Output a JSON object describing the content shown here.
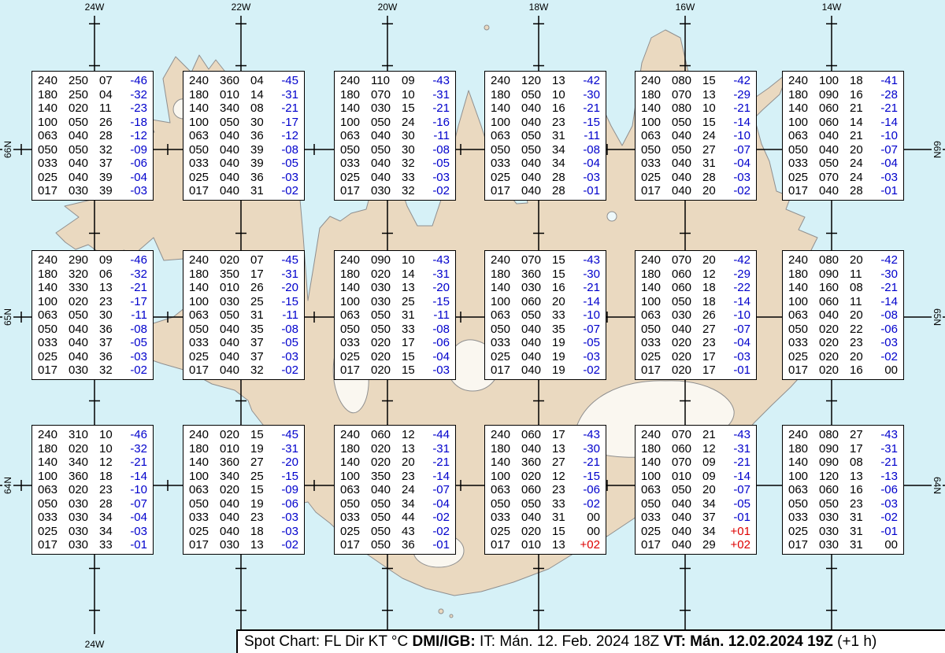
{
  "colors": {
    "ocean": "#d6f1f7",
    "land": "#ead9c0",
    "glacier": "#faf7f0",
    "lake": "#eef9fb",
    "coast": "#8f8f8f",
    "grid": "#000000",
    "temp_negative": "#0000cc",
    "temp_positive": "#dd0000",
    "temp_zero": "#000000",
    "box_background": "#ffffff"
  },
  "chart_data": {
    "type": "table",
    "title": "Spot Chart: FL Dir KT °C",
    "columns": [
      "FL",
      "Dir",
      "KT",
      "Temp °C"
    ],
    "grid": {
      "lon_labels_top": [
        "24W",
        "22W",
        "20W",
        "18W",
        "16W",
        "14W"
      ],
      "lon_labels_bottom": [
        "24W"
      ],
      "lat_labels": [
        "66N",
        "65N",
        "64N"
      ]
    },
    "stations": [
      {
        "lat": "66N",
        "lon": "24W",
        "values": [
          [
            "240",
            "250",
            "07",
            "-46"
          ],
          [
            "180",
            "250",
            "04",
            "-32"
          ],
          [
            "140",
            "020",
            "11",
            "-23"
          ],
          [
            "100",
            "050",
            "26",
            "-18"
          ],
          [
            "063",
            "040",
            "28",
            "-12"
          ],
          [
            "050",
            "050",
            "32",
            "-09"
          ],
          [
            "033",
            "040",
            "37",
            "-06"
          ],
          [
            "025",
            "040",
            "39",
            "-04"
          ],
          [
            "017",
            "030",
            "39",
            "-03"
          ]
        ]
      },
      {
        "lat": "66N",
        "lon": "22W",
        "values": [
          [
            "240",
            "360",
            "04",
            "-45"
          ],
          [
            "180",
            "010",
            "14",
            "-31"
          ],
          [
            "140",
            "340",
            "08",
            "-21"
          ],
          [
            "100",
            "050",
            "30",
            "-17"
          ],
          [
            "063",
            "040",
            "36",
            "-12"
          ],
          [
            "050",
            "040",
            "39",
            "-08"
          ],
          [
            "033",
            "040",
            "39",
            "-05"
          ],
          [
            "025",
            "040",
            "36",
            "-03"
          ],
          [
            "017",
            "040",
            "31",
            "-02"
          ]
        ]
      },
      {
        "lat": "66N",
        "lon": "20W",
        "values": [
          [
            "240",
            "110",
            "09",
            "-43"
          ],
          [
            "180",
            "070",
            "10",
            "-31"
          ],
          [
            "140",
            "030",
            "15",
            "-21"
          ],
          [
            "100",
            "050",
            "24",
            "-16"
          ],
          [
            "063",
            "040",
            "30",
            "-11"
          ],
          [
            "050",
            "050",
            "30",
            "-08"
          ],
          [
            "033",
            "040",
            "32",
            "-05"
          ],
          [
            "025",
            "040",
            "33",
            "-03"
          ],
          [
            "017",
            "030",
            "32",
            "-02"
          ]
        ]
      },
      {
        "lat": "66N",
        "lon": "18W",
        "values": [
          [
            "240",
            "120",
            "13",
            "-42"
          ],
          [
            "180",
            "050",
            "10",
            "-30"
          ],
          [
            "140",
            "040",
            "16",
            "-21"
          ],
          [
            "100",
            "040",
            "23",
            "-15"
          ],
          [
            "063",
            "050",
            "31",
            "-11"
          ],
          [
            "050",
            "050",
            "34",
            "-08"
          ],
          [
            "033",
            "040",
            "34",
            "-04"
          ],
          [
            "025",
            "040",
            "28",
            "-03"
          ],
          [
            "017",
            "040",
            "28",
            "-01"
          ]
        ]
      },
      {
        "lat": "66N",
        "lon": "16W",
        "values": [
          [
            "240",
            "080",
            "15",
            "-42"
          ],
          [
            "180",
            "070",
            "13",
            "-29"
          ],
          [
            "140",
            "080",
            "10",
            "-21"
          ],
          [
            "100",
            "050",
            "15",
            "-14"
          ],
          [
            "063",
            "040",
            "24",
            "-10"
          ],
          [
            "050",
            "050",
            "27",
            "-07"
          ],
          [
            "033",
            "040",
            "31",
            "-04"
          ],
          [
            "025",
            "040",
            "28",
            "-03"
          ],
          [
            "017",
            "040",
            "20",
            "-02"
          ]
        ]
      },
      {
        "lat": "66N",
        "lon": "14W",
        "values": [
          [
            "240",
            "100",
            "18",
            "-41"
          ],
          [
            "180",
            "090",
            "16",
            "-28"
          ],
          [
            "140",
            "060",
            "21",
            "-21"
          ],
          [
            "100",
            "060",
            "14",
            "-14"
          ],
          [
            "063",
            "040",
            "21",
            "-10"
          ],
          [
            "050",
            "040",
            "20",
            "-07"
          ],
          [
            "033",
            "050",
            "24",
            "-04"
          ],
          [
            "025",
            "070",
            "24",
            "-03"
          ],
          [
            "017",
            "040",
            "28",
            "-01"
          ]
        ]
      },
      {
        "lat": "65N",
        "lon": "24W",
        "values": [
          [
            "240",
            "290",
            "09",
            "-46"
          ],
          [
            "180",
            "320",
            "06",
            "-32"
          ],
          [
            "140",
            "330",
            "13",
            "-21"
          ],
          [
            "100",
            "020",
            "23",
            "-17"
          ],
          [
            "063",
            "050",
            "30",
            "-11"
          ],
          [
            "050",
            "040",
            "36",
            "-08"
          ],
          [
            "033",
            "040",
            "37",
            "-05"
          ],
          [
            "025",
            "040",
            "36",
            "-03"
          ],
          [
            "017",
            "030",
            "32",
            "-02"
          ]
        ]
      },
      {
        "lat": "65N",
        "lon": "22W",
        "values": [
          [
            "240",
            "020",
            "07",
            "-45"
          ],
          [
            "180",
            "350",
            "17",
            "-31"
          ],
          [
            "140",
            "010",
            "26",
            "-20"
          ],
          [
            "100",
            "030",
            "25",
            "-15"
          ],
          [
            "063",
            "050",
            "31",
            "-11"
          ],
          [
            "050",
            "040",
            "35",
            "-08"
          ],
          [
            "033",
            "040",
            "37",
            "-05"
          ],
          [
            "025",
            "040",
            "37",
            "-03"
          ],
          [
            "017",
            "040",
            "32",
            "-02"
          ]
        ]
      },
      {
        "lat": "65N",
        "lon": "20W",
        "values": [
          [
            "240",
            "090",
            "10",
            "-43"
          ],
          [
            "180",
            "020",
            "14",
            "-31"
          ],
          [
            "140",
            "030",
            "13",
            "-20"
          ],
          [
            "100",
            "030",
            "25",
            "-15"
          ],
          [
            "063",
            "050",
            "31",
            "-11"
          ],
          [
            "050",
            "050",
            "33",
            "-08"
          ],
          [
            "033",
            "020",
            "17",
            "-06"
          ],
          [
            "025",
            "020",
            "15",
            "-04"
          ],
          [
            "017",
            "020",
            "15",
            "-03"
          ]
        ]
      },
      {
        "lat": "65N",
        "lon": "18W",
        "values": [
          [
            "240",
            "070",
            "15",
            "-43"
          ],
          [
            "180",
            "360",
            "15",
            "-30"
          ],
          [
            "140",
            "030",
            "16",
            "-21"
          ],
          [
            "100",
            "060",
            "20",
            "-14"
          ],
          [
            "063",
            "050",
            "33",
            "-10"
          ],
          [
            "050",
            "040",
            "35",
            "-07"
          ],
          [
            "033",
            "040",
            "19",
            "-05"
          ],
          [
            "025",
            "040",
            "19",
            "-03"
          ],
          [
            "017",
            "040",
            "19",
            "-02"
          ]
        ]
      },
      {
        "lat": "65N",
        "lon": "16W",
        "values": [
          [
            "240",
            "070",
            "20",
            "-42"
          ],
          [
            "180",
            "060",
            "12",
            "-29"
          ],
          [
            "140",
            "060",
            "18",
            "-22"
          ],
          [
            "100",
            "050",
            "18",
            "-14"
          ],
          [
            "063",
            "030",
            "26",
            "-10"
          ],
          [
            "050",
            "040",
            "27",
            "-07"
          ],
          [
            "033",
            "020",
            "23",
            "-04"
          ],
          [
            "025",
            "020",
            "17",
            "-03"
          ],
          [
            "017",
            "020",
            "17",
            "-01"
          ]
        ]
      },
      {
        "lat": "65N",
        "lon": "14W",
        "values": [
          [
            "240",
            "080",
            "20",
            "-42"
          ],
          [
            "180",
            "090",
            "11",
            "-30"
          ],
          [
            "140",
            "160",
            "08",
            "-21"
          ],
          [
            "100",
            "060",
            "11",
            "-14"
          ],
          [
            "063",
            "040",
            "20",
            "-08"
          ],
          [
            "050",
            "020",
            "22",
            "-06"
          ],
          [
            "033",
            "020",
            "23",
            "-03"
          ],
          [
            "025",
            "020",
            "20",
            "-02"
          ],
          [
            "017",
            "020",
            "16",
            "00"
          ]
        ]
      },
      {
        "lat": "64N",
        "lon": "24W",
        "values": [
          [
            "240",
            "310",
            "10",
            "-46"
          ],
          [
            "180",
            "020",
            "10",
            "-32"
          ],
          [
            "140",
            "340",
            "12",
            "-21"
          ],
          [
            "100",
            "360",
            "18",
            "-14"
          ],
          [
            "063",
            "020",
            "23",
            "-10"
          ],
          [
            "050",
            "030",
            "28",
            "-07"
          ],
          [
            "033",
            "030",
            "34",
            "-04"
          ],
          [
            "025",
            "030",
            "34",
            "-03"
          ],
          [
            "017",
            "030",
            "33",
            "-01"
          ]
        ]
      },
      {
        "lat": "64N",
        "lon": "22W",
        "values": [
          [
            "240",
            "020",
            "15",
            "-45"
          ],
          [
            "180",
            "010",
            "19",
            "-31"
          ],
          [
            "140",
            "360",
            "27",
            "-20"
          ],
          [
            "100",
            "340",
            "25",
            "-15"
          ],
          [
            "063",
            "020",
            "15",
            "-09"
          ],
          [
            "050",
            "040",
            "19",
            "-06"
          ],
          [
            "033",
            "040",
            "23",
            "-03"
          ],
          [
            "025",
            "040",
            "18",
            "-03"
          ],
          [
            "017",
            "030",
            "13",
            "-02"
          ]
        ]
      },
      {
        "lat": "64N",
        "lon": "20W",
        "values": [
          [
            "240",
            "060",
            "12",
            "-44"
          ],
          [
            "180",
            "020",
            "13",
            "-31"
          ],
          [
            "140",
            "020",
            "20",
            "-21"
          ],
          [
            "100",
            "350",
            "23",
            "-14"
          ],
          [
            "063",
            "040",
            "24",
            "-07"
          ],
          [
            "050",
            "050",
            "34",
            "-04"
          ],
          [
            "033",
            "050",
            "44",
            "-02"
          ],
          [
            "025",
            "050",
            "43",
            "-02"
          ],
          [
            "017",
            "050",
            "36",
            "-01"
          ]
        ]
      },
      {
        "lat": "64N",
        "lon": "18W",
        "values": [
          [
            "240",
            "060",
            "17",
            "-43"
          ],
          [
            "180",
            "040",
            "13",
            "-30"
          ],
          [
            "140",
            "360",
            "27",
            "-21"
          ],
          [
            "100",
            "020",
            "12",
            "-15"
          ],
          [
            "063",
            "060",
            "23",
            "-06"
          ],
          [
            "050",
            "050",
            "33",
            "-02"
          ],
          [
            "033",
            "040",
            "31",
            "00"
          ],
          [
            "025",
            "020",
            "15",
            "00"
          ],
          [
            "017",
            "010",
            "13",
            "+02"
          ]
        ]
      },
      {
        "lat": "64N",
        "lon": "16W",
        "values": [
          [
            "240",
            "070",
            "21",
            "-43"
          ],
          [
            "180",
            "060",
            "12",
            "-31"
          ],
          [
            "140",
            "070",
            "09",
            "-21"
          ],
          [
            "100",
            "010",
            "09",
            "-14"
          ],
          [
            "063",
            "050",
            "20",
            "-07"
          ],
          [
            "050",
            "040",
            "34",
            "-05"
          ],
          [
            "033",
            "040",
            "37",
            "-01"
          ],
          [
            "025",
            "040",
            "34",
            "+01"
          ],
          [
            "017",
            "040",
            "29",
            "+02"
          ]
        ]
      },
      {
        "lat": "64N",
        "lon": "14W",
        "values": [
          [
            "240",
            "080",
            "27",
            "-43"
          ],
          [
            "180",
            "090",
            "17",
            "-31"
          ],
          [
            "140",
            "090",
            "08",
            "-21"
          ],
          [
            "100",
            "120",
            "13",
            "-13"
          ],
          [
            "063",
            "060",
            "16",
            "-06"
          ],
          [
            "050",
            "050",
            "23",
            "-03"
          ],
          [
            "033",
            "030",
            "31",
            "-02"
          ],
          [
            "025",
            "030",
            "31",
            "-01"
          ],
          [
            "017",
            "030",
            "31",
            "00"
          ]
        ]
      }
    ]
  },
  "footer": {
    "segments": [
      {
        "text": "Spot Chart: FL Dir KT °C ",
        "bold": false
      },
      {
        "text": "DMI/IGB:",
        "bold": true
      },
      {
        "text": " IT: Mán. 12. Feb. 2024 18Z ",
        "bold": false
      },
      {
        "text": "VT: Mán. 12.02.2024 19Z",
        "bold": true
      },
      {
        "text": " (+1 h)",
        "bold": false
      }
    ]
  }
}
